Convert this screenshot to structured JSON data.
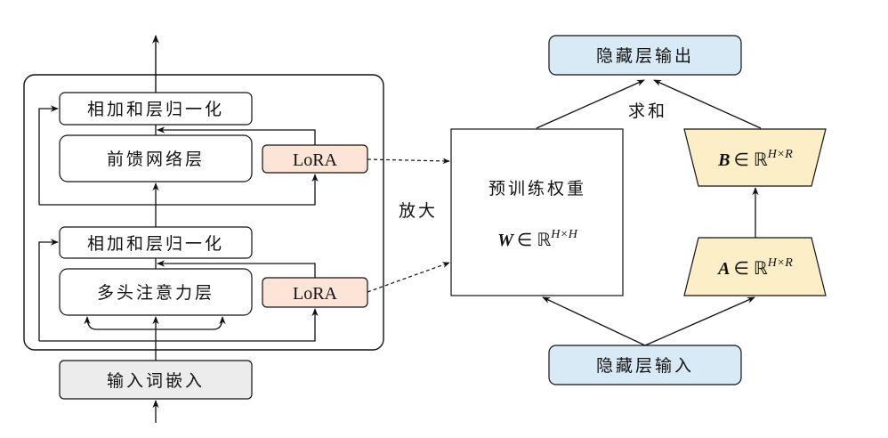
{
  "colors": {
    "lora_fill": "#fce4d6",
    "hidden_fill": "#d9eaf7",
    "matrix_fill": "#fcefc7",
    "embed_fill": "#ececec"
  },
  "left": {
    "add_norm_top": "相加和层归一化",
    "ffn": "前馈网络层",
    "lora_top": "LoRA",
    "add_norm_bottom": "相加和层归一化",
    "mha": "多头注意力层",
    "lora_bottom": "LoRA",
    "embedding": "输入词嵌入"
  },
  "zoom_label": "放大",
  "right": {
    "hidden_output": "隐藏层输出",
    "sum_label": "求和",
    "pretrained_label": "预训练权重",
    "w_symbol": "W",
    "w_space": "∈ ℝ",
    "w_exp": "H×H",
    "b_symbol": "B",
    "b_space": "∈ ℝ",
    "b_exp": "H×R",
    "a_symbol": "A",
    "a_space": "∈ ℝ",
    "a_exp": "H×R",
    "hidden_input": "隐藏层输入"
  }
}
